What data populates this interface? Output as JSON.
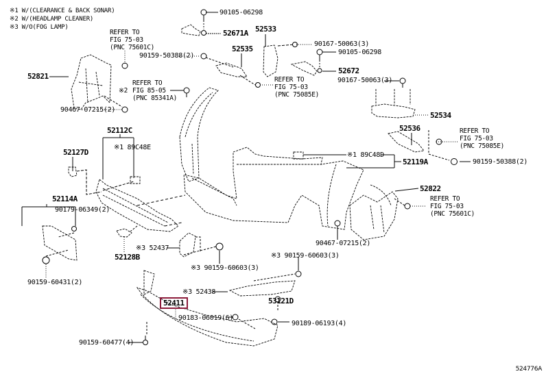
{
  "notes": [
    "※1 W/(CLEARANCE & BACK SONAR)",
    "※2 W/(HEADLAMP CLEANER)",
    "※3 W/O(FOG LAMP)"
  ],
  "figure_id": "524776A",
  "highlight_color": "#8b1a3a",
  "parts": {
    "p90105_06298_a": "90105-06298",
    "p52671A": "52671A",
    "p52533": "52533",
    "p90167_50063_a": "90167-50063(3)",
    "p90105_06298_b": "90105-06298",
    "p52535": "52535",
    "p90159_50388_a": "90159-50388(2)",
    "p52672": "52672",
    "p90167_50063_b": "90167-50063(3)",
    "p52821": "52821",
    "p90467_07215_a": "90467-07215(2)",
    "p52534": "52534",
    "p52536": "52536",
    "p90159_50388_b": "90159-50388(2)",
    "p52112C": "52112C",
    "p189C48E": "※1 89C48E",
    "p52127D": "52127D",
    "p189C48D": "※1 89C48D",
    "p52119A": "52119A",
    "p52114A": "52114A",
    "p90179_06349": "90179-06349(2)",
    "p52822": "52822",
    "p90467_07215_b": "90467-07215(2)",
    "p52437": "※3 52437",
    "p52128B": "52128B",
    "p90159_60603_a": "※3 90159-60603(3)",
    "p90159_60603_b": "※3 90159-60603(3)",
    "p90159_60431": "90159-60431(2)",
    "p52438": "※3 52438",
    "p53121D": "53121D",
    "p52411": "52411",
    "p90183_06019": "90183-06019(6)",
    "p90189_06193": "90189-06193(4)",
    "p90159_60477": "90159-60477(4)"
  },
  "refs": {
    "r1": [
      "REFER TO",
      "FIG 75-03",
      "(PNC 75601C)"
    ],
    "r2": [
      "REFER TO",
      "FIG 75-03",
      "(PNC 75085E)"
    ],
    "r3_prefix": "※2",
    "r3": [
      "REFER TO",
      "FIG 85-05",
      "(PNC 85341A)"
    ],
    "r4": [
      "REFER TO",
      "FIG 75-03",
      "(PNC 75085E)"
    ],
    "r5": [
      "REFER TO",
      "FIG 75-03",
      "(PNC 75601C)"
    ]
  }
}
